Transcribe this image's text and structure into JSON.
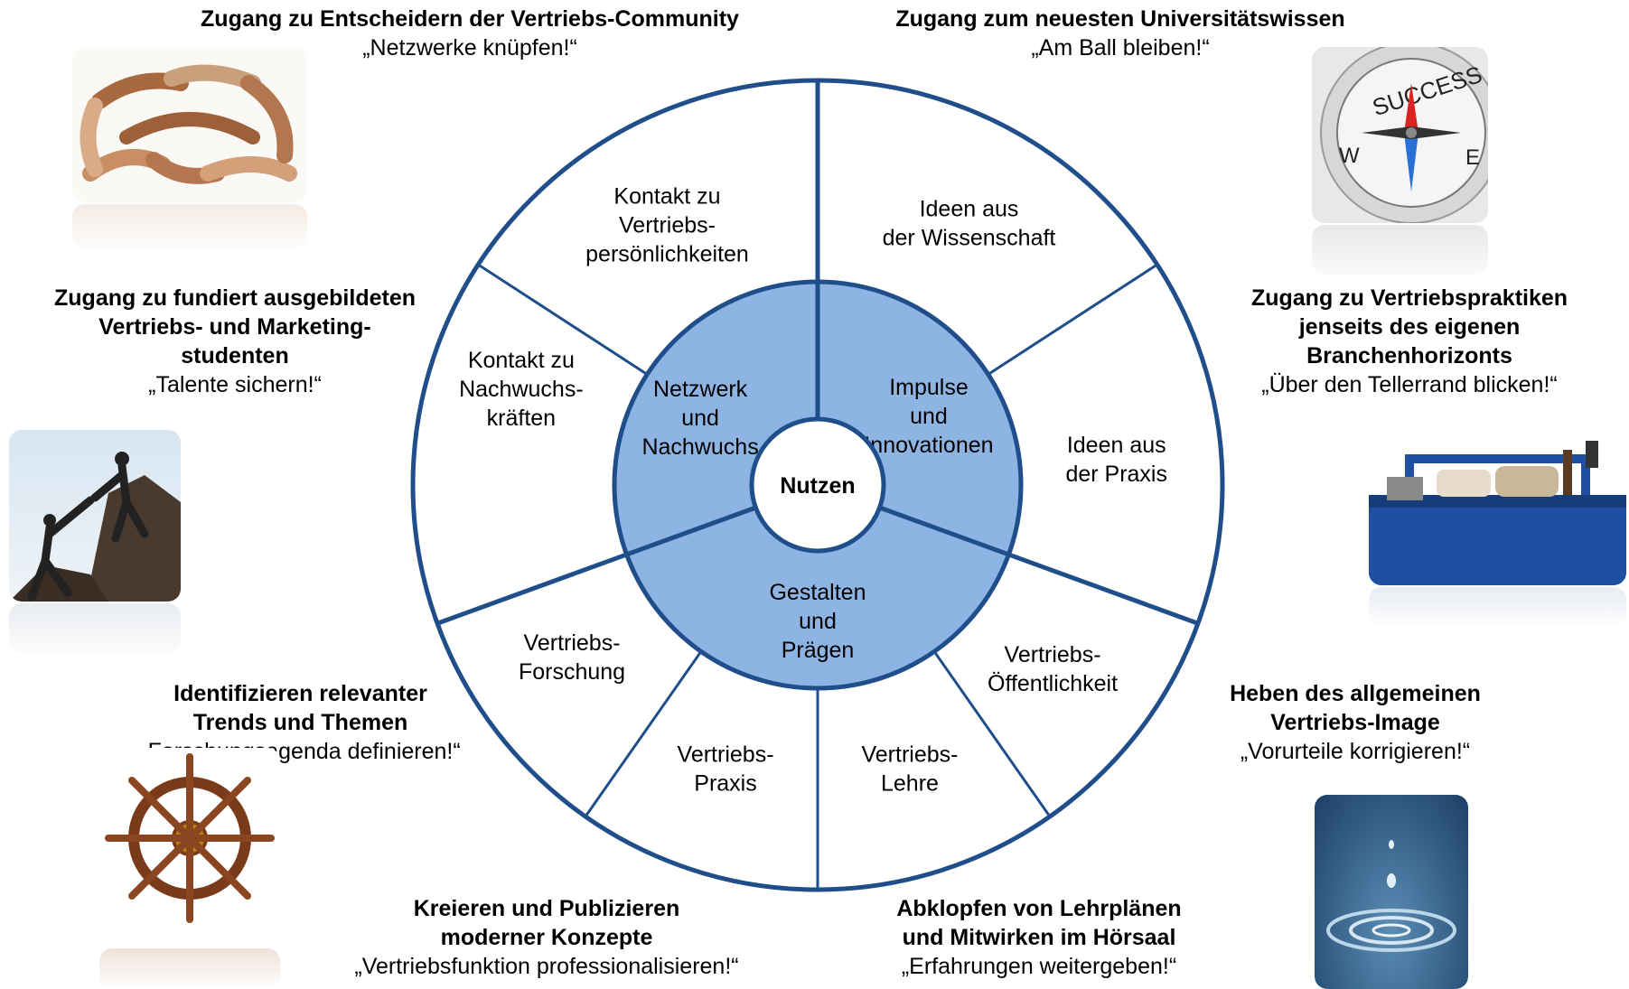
{
  "center": {
    "label": "Nutzen"
  },
  "inner_ring": [
    {
      "lines": [
        "Netzwerk",
        "und",
        "Nachwuchs"
      ]
    },
    {
      "lines": [
        "Impulse",
        "und",
        "Innovationen"
      ]
    },
    {
      "lines": [
        "Gestalten",
        "und",
        "Prägen"
      ]
    }
  ],
  "outer_ring": [
    {
      "lines": [
        "Kontakt zu",
        "Vertriebs-",
        "persönlichkeiten"
      ]
    },
    {
      "lines": [
        "Ideen aus",
        "der Wissenschaft"
      ]
    },
    {
      "lines": [
        "Ideen aus",
        "der Praxis"
      ]
    },
    {
      "lines": [
        "Vertriebs-",
        "Öffentlichkeit"
      ]
    },
    {
      "lines": [
        "Vertriebs-",
        "Lehre"
      ]
    },
    {
      "lines": [
        "Vertriebs-",
        "Praxis"
      ]
    },
    {
      "lines": [
        "Vertriebs-",
        "Forschung"
      ]
    },
    {
      "lines": [
        "Kontakt zu",
        "Nachwuchs-",
        "kräften"
      ]
    }
  ],
  "captions": {
    "top_left": {
      "heading": [
        "Zugang zu Entscheidern der Vertriebs-Community"
      ],
      "quote": "„Netzwerke knüpfen!“"
    },
    "top_right": {
      "heading": [
        "Zugang zum neuesten Universitätswissen"
      ],
      "quote": "„Am Ball bleiben!“"
    },
    "mid_left": {
      "heading": [
        "Zugang zu fundiert ausgebildeten",
        "Vertriebs- und Marketing-",
        "studenten"
      ],
      "quote": "„Talente sichern!“"
    },
    "mid_right": {
      "heading": [
        "Zugang zu Vertriebspraktiken",
        "jenseits des eigenen",
        "Branchenhorizonts"
      ],
      "quote": "„Über den Tellerrand blicken!“"
    },
    "low_left": {
      "heading": [
        "Identifizieren relevanter",
        "Trends und Themen"
      ],
      "quote": "„Forschungsagenda definieren!“"
    },
    "low_right": {
      "heading": [
        "Heben des allgemeinen",
        "Vertriebs-Image"
      ],
      "quote": "„Vorurteile korrigieren!“"
    },
    "bottom_left": {
      "heading": [
        "Kreieren und Publizieren",
        "moderner Konzepte"
      ],
      "quote": "„Vertriebsfunktion professionalisieren!“"
    },
    "bottom_right": {
      "heading": [
        "Abklopfen von Lehrplänen",
        "und Mitwirken im Hörsaal"
      ],
      "quote": "„Erfahrungen weitergeben!“"
    }
  },
  "photos": {
    "hands": {
      "icon": "linked-hands-photo"
    },
    "compass": {
      "icon": "compass-photo",
      "dial_text": "SUCCESS",
      "dial_letters": [
        "W",
        "E"
      ]
    },
    "climbers": {
      "icon": "climbers-photo"
    },
    "toolbox": {
      "icon": "toolbox-photo"
    },
    "wheel": {
      "icon": "ship-wheel-photo"
    },
    "water": {
      "icon": "water-drop-photo"
    }
  },
  "colors": {
    "ring_stroke": "#1f4e8a",
    "inner_fill": "#8db4e2",
    "outer_fill": "#ffffff"
  }
}
